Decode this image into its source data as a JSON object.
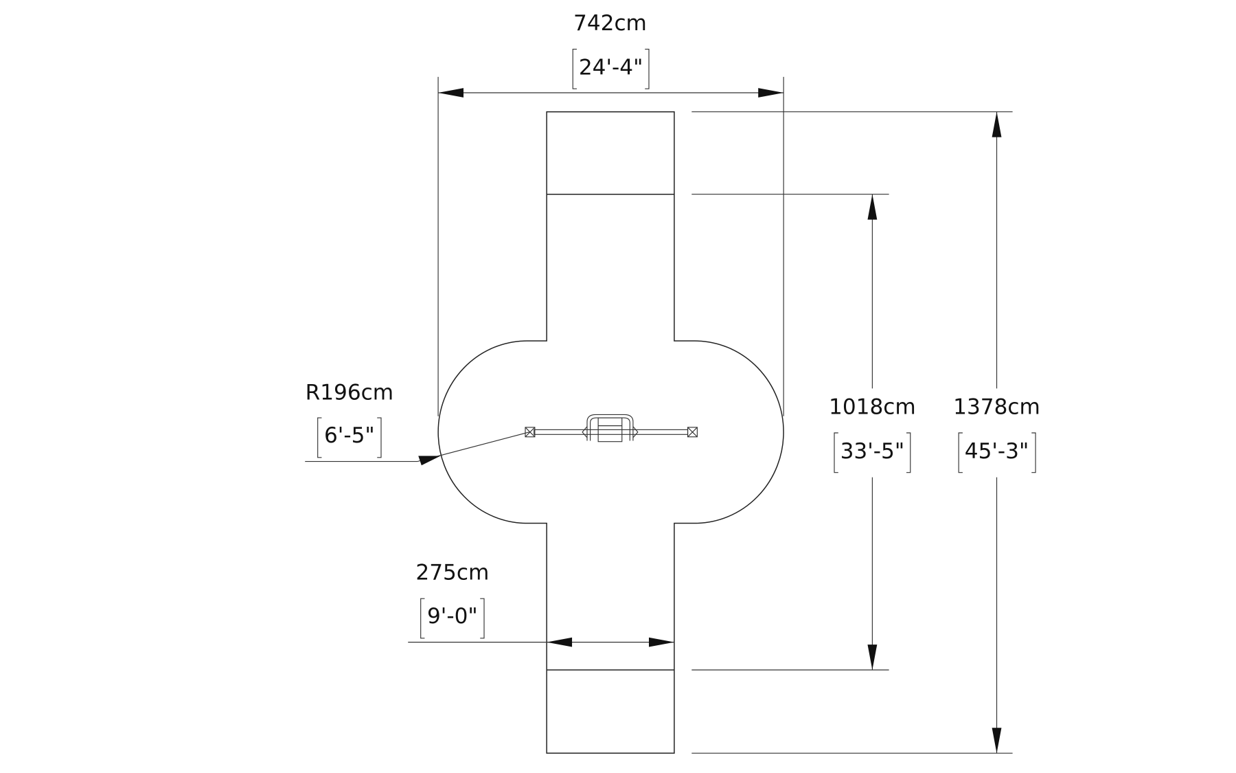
{
  "drawing": {
    "overall_width": {
      "metric": "742cm",
      "imperial": "24'-4\""
    },
    "radius": {
      "metric": "R196cm",
      "imperial": "6'-5\""
    },
    "path_width": {
      "metric": "275cm",
      "imperial": "9'-0\""
    },
    "inner_length": {
      "metric": "1018cm",
      "imperial": "33'-5\""
    },
    "overall_length": {
      "metric": "1378cm",
      "imperial": "45'-3\""
    }
  }
}
